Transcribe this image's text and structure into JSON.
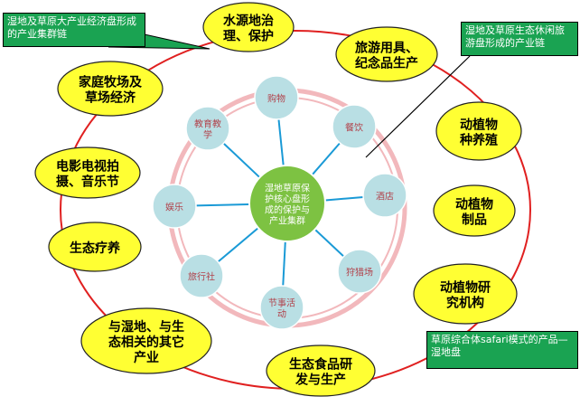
{
  "center": {
    "lines": [
      "湿地草原保",
      "护核心盘形",
      "成的保护与",
      "产业集群"
    ]
  },
  "inner_nodes": [
    {
      "id": "shopping",
      "lines": [
        "购物"
      ]
    },
    {
      "id": "dining",
      "lines": [
        "餐饮"
      ]
    },
    {
      "id": "hotel",
      "lines": [
        "酒店"
      ]
    },
    {
      "id": "hunting",
      "lines": [
        "狩猎场"
      ]
    },
    {
      "id": "festival",
      "lines": [
        "节事活",
        "动"
      ]
    },
    {
      "id": "travel-agency",
      "lines": [
        "旅行社"
      ]
    },
    {
      "id": "entertainment",
      "lines": [
        "娱乐"
      ]
    },
    {
      "id": "education",
      "lines": [
        "教育教",
        "学"
      ]
    }
  ],
  "outer_nodes": [
    {
      "id": "water-governance",
      "lines": [
        "水源地治",
        "理、保护"
      ]
    },
    {
      "id": "tourism-goods",
      "lines": [
        "旅游用具、",
        "纪念品生产"
      ]
    },
    {
      "id": "breeding",
      "lines": [
        "动植物",
        "种养殖"
      ]
    },
    {
      "id": "products",
      "lines": [
        "动植物",
        "制品"
      ]
    },
    {
      "id": "research",
      "lines": [
        "动植物研",
        "究机构"
      ]
    },
    {
      "id": "eco-food",
      "lines": [
        "生态食品研",
        "发与生产"
      ]
    },
    {
      "id": "related-industries",
      "lines": [
        "与湿地、与生",
        "态相关的其它",
        "产业"
      ]
    },
    {
      "id": "eco-therapy",
      "lines": [
        "生态疗养"
      ]
    },
    {
      "id": "film-music",
      "lines": [
        "电影电视拍",
        "摄、音乐节"
      ]
    },
    {
      "id": "family-ranch",
      "lines": [
        "家庭牧场及",
        "草场经济"
      ]
    }
  ],
  "callouts": [
    {
      "id": "industry-chain",
      "text": "湿地及草原大产业经济盘形成的产业集群链"
    },
    {
      "id": "eco-leisure-chain",
      "text": "湿地及草原生态休闲旅游盘形成的产业链"
    },
    {
      "id": "safari-model",
      "text": "草原综合体safari模式的产品—湿地盘"
    }
  ],
  "colors": {
    "outer_ring": "#e02020",
    "inner_ring": "#f2b8bc",
    "outer_fill": "#ffff33",
    "inner_fill": "#b9dfe4",
    "center_fill": "#7dc242",
    "spoke": "#1a9ad6",
    "callout_fill": "#1aa352",
    "inner_text": "#b1414a"
  }
}
